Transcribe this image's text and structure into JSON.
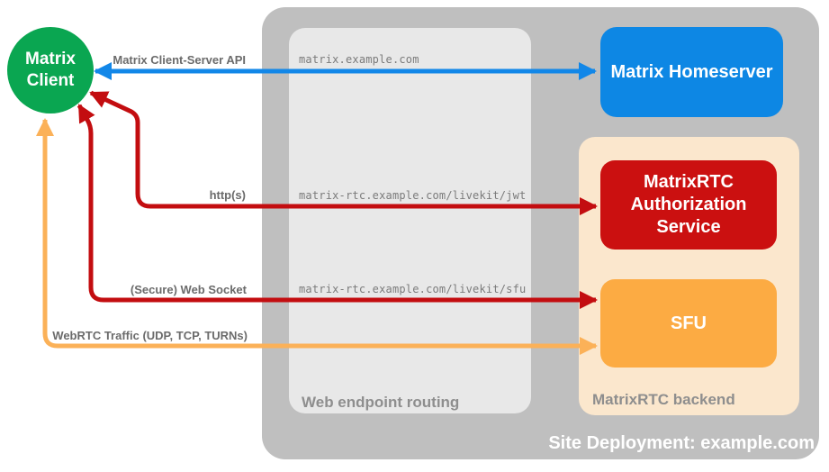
{
  "client": {
    "label": "Matrix Client"
  },
  "nodes": {
    "homeserver": {
      "label": "Matrix Homeserver"
    },
    "auth": {
      "label": "MatrixRTC Authorization Service"
    },
    "sfu": {
      "label": "SFU"
    }
  },
  "containers": {
    "site": {
      "label": "Site Deployment: example.com"
    },
    "routing": {
      "label": "Web endpoint routing"
    },
    "backend": {
      "label": "MatrixRTC backend"
    }
  },
  "edges": {
    "cs_api": {
      "label": "Matrix Client-Server API",
      "route": "matrix.example.com",
      "color": "#1287e8"
    },
    "http": {
      "label": "http(s)",
      "route": "matrix-rtc.example.com/livekit/jwt",
      "color": "#c30d10"
    },
    "ws": {
      "label": "(Secure) Web Socket",
      "route": "matrix-rtc.example.com/livekit/sfu",
      "color": "#c30d10"
    },
    "webrtc": {
      "label": "WebRTC Traffic (UDP, TCP, TURNs)",
      "color": "#fbb158"
    }
  },
  "colors": {
    "site_bg": "#bfbfbf",
    "routing_bg": "#e8e8e8",
    "backend_bg": "#fbe7cd",
    "client_green": "#0aa651",
    "homeserver_blue": "#0d87e4",
    "auth_red": "#cb1010",
    "sfu_orange": "#fcab43"
  }
}
